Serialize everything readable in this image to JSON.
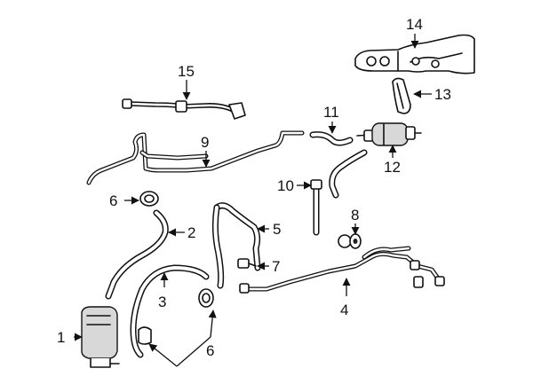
{
  "callouts": [
    {
      "id": "1",
      "label": "1"
    },
    {
      "id": "2",
      "label": "2"
    },
    {
      "id": "3",
      "label": "3"
    },
    {
      "id": "4",
      "label": "4"
    },
    {
      "id": "5",
      "label": "5"
    },
    {
      "id": "6a",
      "label": "6"
    },
    {
      "id": "6b",
      "label": "6"
    },
    {
      "id": "7",
      "label": "7"
    },
    {
      "id": "8",
      "label": "8"
    },
    {
      "id": "9",
      "label": "9"
    },
    {
      "id": "10",
      "label": "10"
    },
    {
      "id": "11",
      "label": "11"
    },
    {
      "id": "12",
      "label": "12"
    },
    {
      "id": "13",
      "label": "13"
    },
    {
      "id": "14",
      "label": "14"
    },
    {
      "id": "15",
      "label": "15"
    }
  ]
}
